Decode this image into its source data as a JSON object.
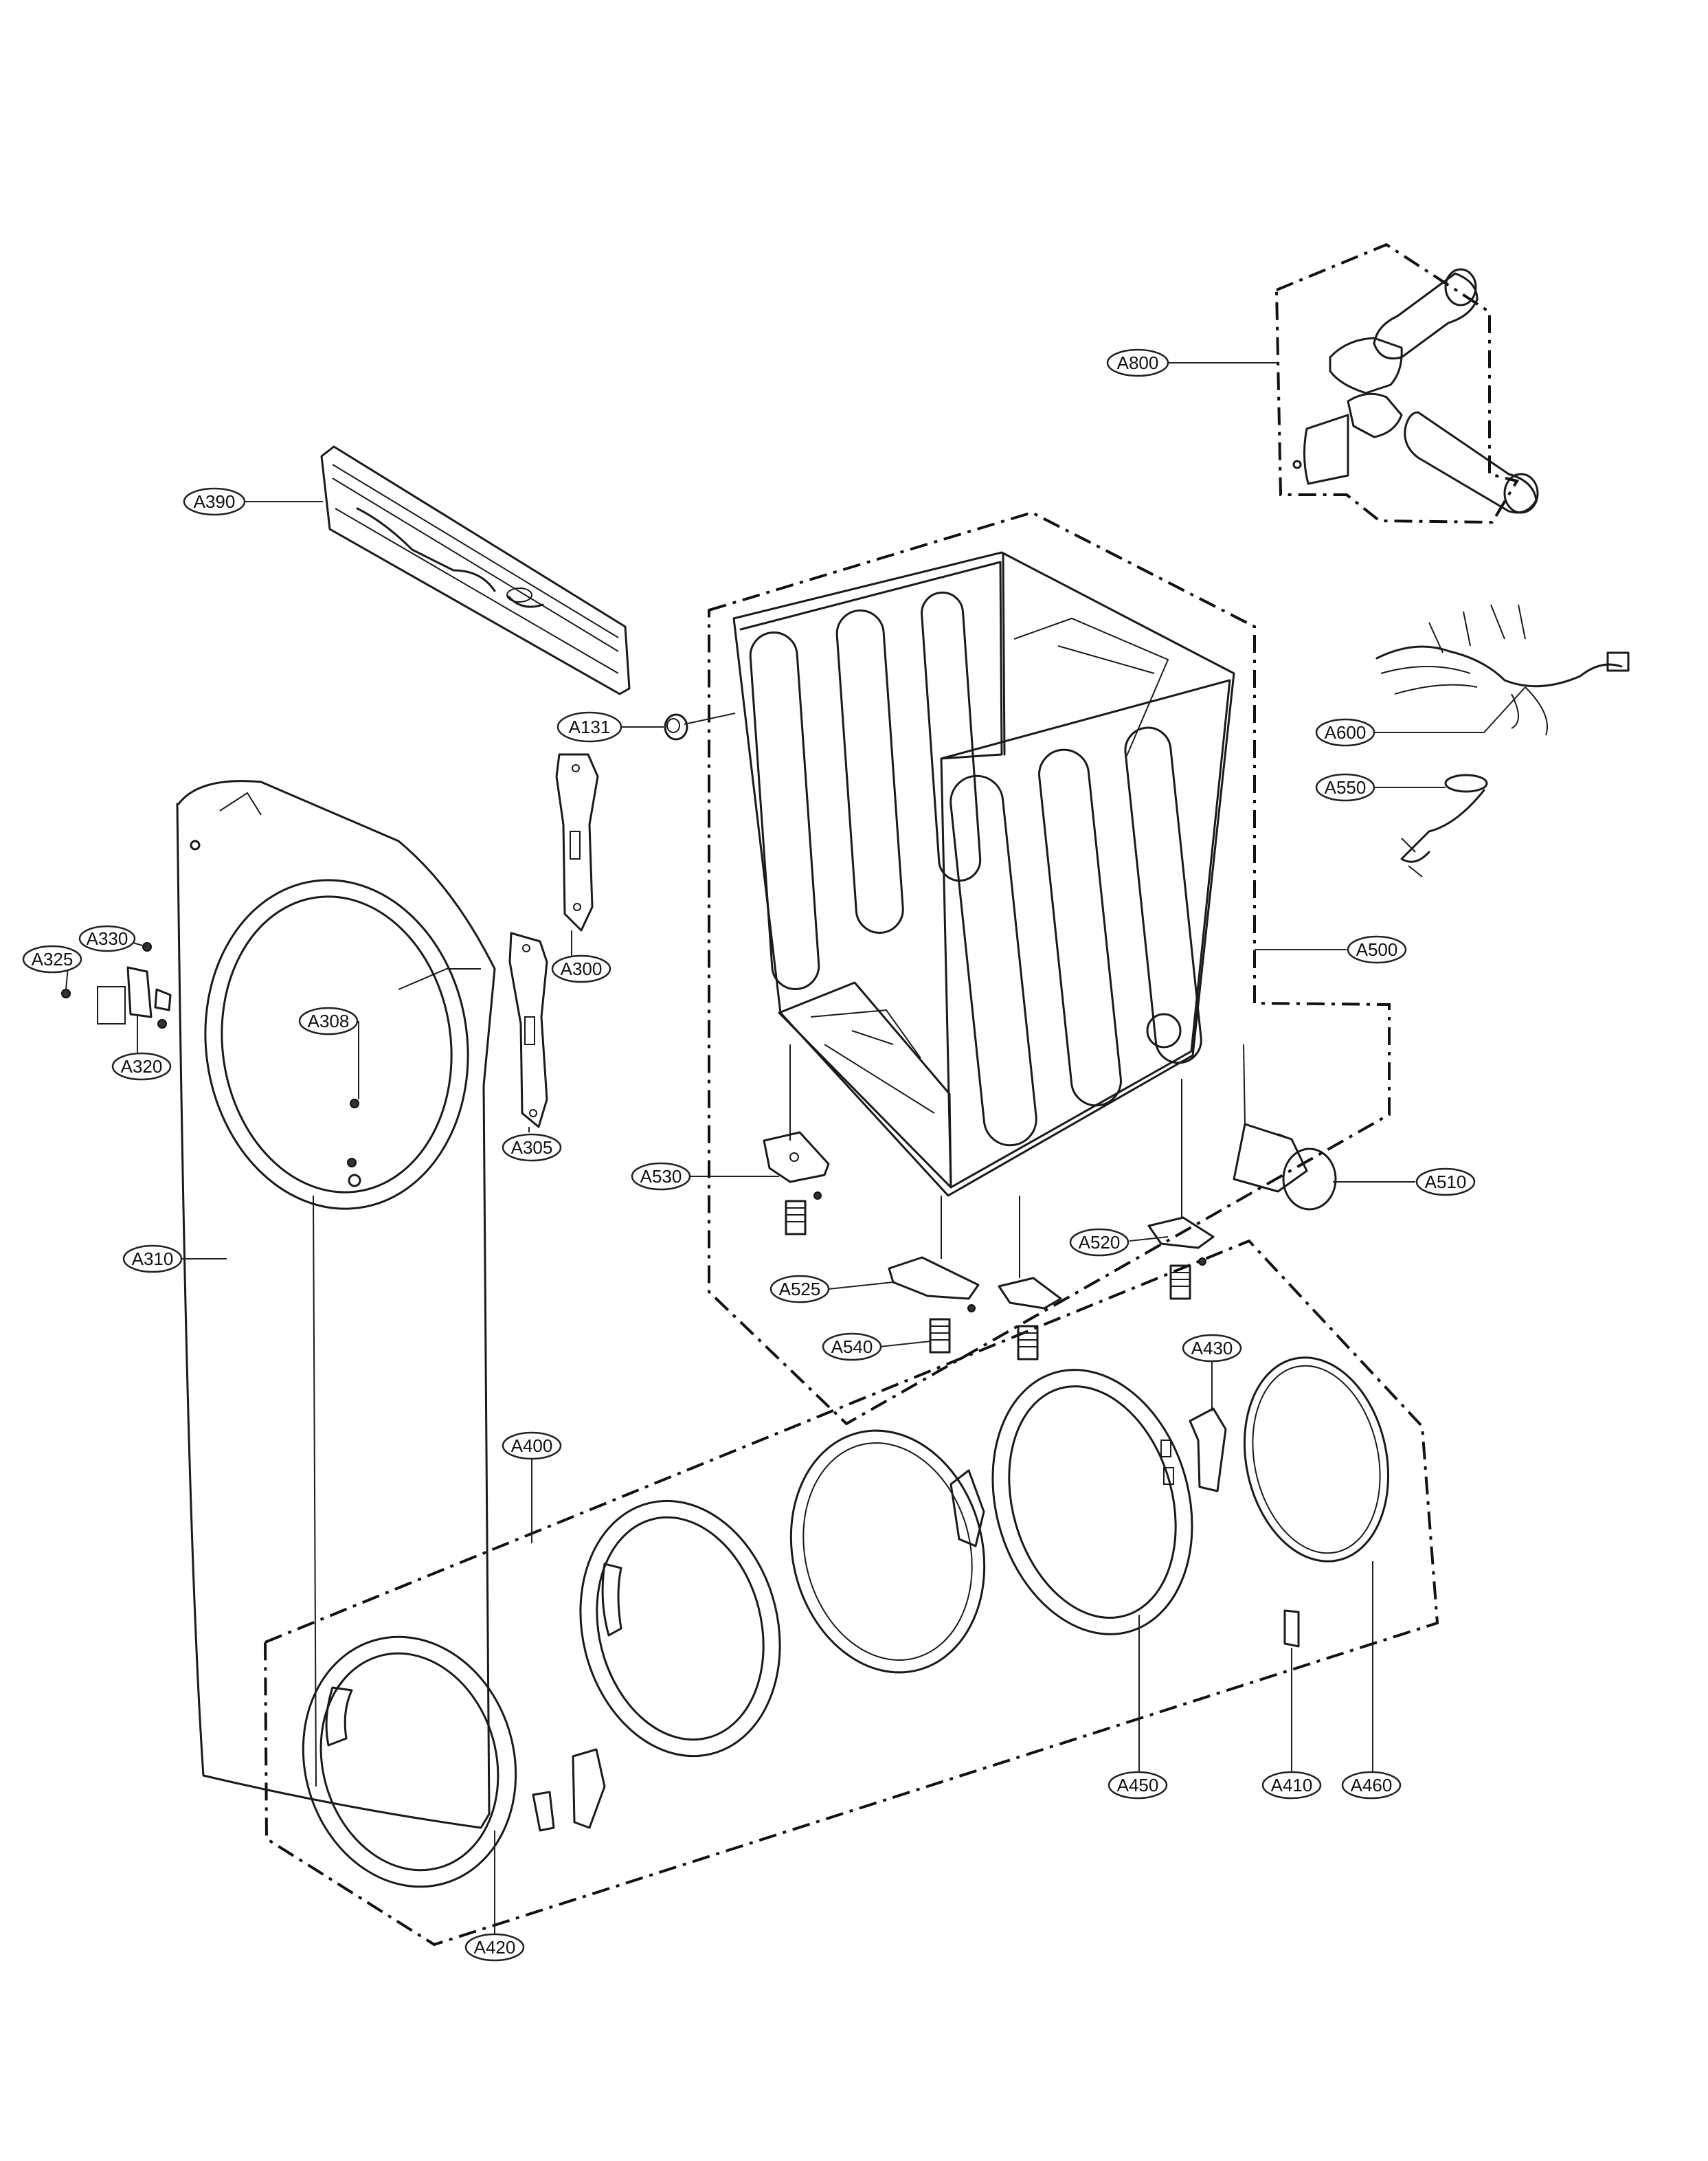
{
  "diagram": {
    "labels": {
      "A800": "A800",
      "A390": "A390",
      "A131": "A131",
      "A600": "A600",
      "A550": "A550",
      "A500": "A500",
      "A330": "A330",
      "A325": "A325",
      "A300": "A300",
      "A308": "A308",
      "A320": "A320",
      "A305": "A305",
      "A530": "A530",
      "A510": "A510",
      "A310": "A310",
      "A520": "A520",
      "A525": "A525",
      "A540": "A540",
      "A430": "A430",
      "A400": "A400",
      "A450": "A450",
      "A410": "A410",
      "A460": "A460",
      "A420": "A420"
    }
  }
}
